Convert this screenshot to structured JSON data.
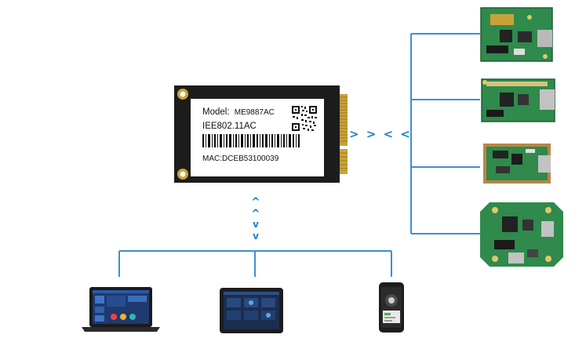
{
  "module": {
    "model_label": "Model:",
    "model_value": "ME9887AC",
    "standard": "IEE802.11AC",
    "mac": "MAC:DCEB53100039"
  },
  "arrows": {
    "horizontal": "> > < <",
    "vertical": [
      "^",
      "^",
      "v",
      "v"
    ]
  },
  "colors": {
    "line": "#3d8fd4",
    "arrow": "#1f7fd0",
    "board": "#1c1c1c",
    "pcb_green": "#2f8a4c",
    "gold": "#c9a23a"
  },
  "boards": [
    "pcb-board-1",
    "pcb-board-2",
    "pcb-board-3",
    "pcb-board-4"
  ],
  "devices": [
    "laptop",
    "tablet",
    "smartphone"
  ]
}
